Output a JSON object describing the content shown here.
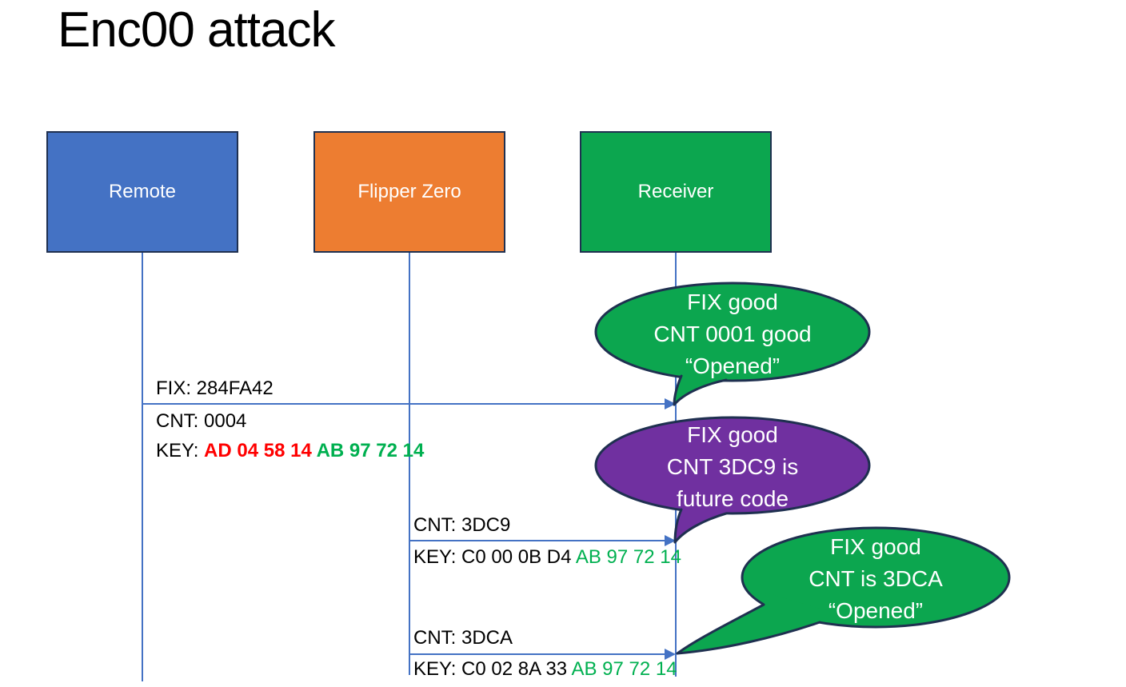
{
  "title": "Enc00 attack",
  "colors": {
    "blue": "#4472C4",
    "orange": "#ED7D31",
    "green": "#0CA64F",
    "purple": "#7030A0",
    "outline": "#1F3050",
    "line": "#4472C4",
    "red": "#FF0000",
    "greenText": "#00B050"
  },
  "actors": [
    {
      "label": "Remote"
    },
    {
      "label": "Flipper Zero"
    },
    {
      "label": "Receiver"
    }
  ],
  "messages": [
    {
      "fix": "FIX: 284FA42",
      "cnt": "CNT: 0004",
      "key_label": "KEY: ",
      "key_red": "AD 04 58 14 ",
      "key_green": "AB 97 72 14"
    },
    {
      "cnt": "CNT: 3DC9",
      "key_label": "KEY: ",
      "key_black": "C0 00 0B D4 ",
      "key_green": "AB 97 72 14"
    },
    {
      "cnt": "CNT: 3DCA",
      "key_label": "KEY: ",
      "key_black": "C0 02 8A 33 ",
      "key_green": "AB 97 72 14"
    }
  ],
  "callouts": [
    {
      "color": "green",
      "lines": [
        "FIX good",
        "CNT 0001 good",
        "“Opened”"
      ]
    },
    {
      "color": "purple",
      "lines": [
        "FIX good",
        "CNT 3DC9 is",
        "future code"
      ]
    },
    {
      "color": "green",
      "lines": [
        "FIX good",
        "CNT is 3DCA",
        "“Opened”"
      ]
    }
  ]
}
